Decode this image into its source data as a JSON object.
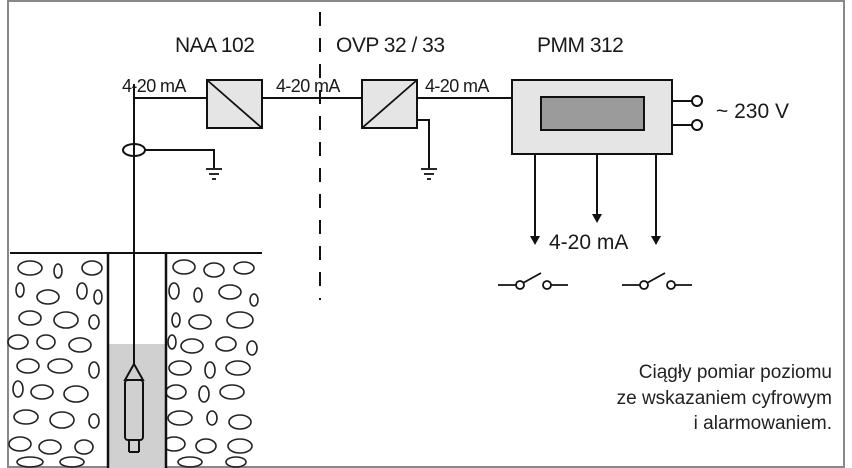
{
  "devices": {
    "converter": {
      "name": "NAA 102"
    },
    "barrier": {
      "name": "OVP 32 / 33"
    },
    "display": {
      "name": "PMM 312"
    }
  },
  "signals": {
    "probe_to_converter": "4-20 mA",
    "converter_to_barrier": "4-20 mA",
    "barrier_to_display": "4-20 mA",
    "display_output": "4-20 mA"
  },
  "power": {
    "label": "~ 230 V"
  },
  "caption": {
    "lines": [
      "Ciągły pomiar poziomu",
      "ze wskazaniem cyfrowym",
      "i alarmowaniem."
    ]
  },
  "colors": {
    "line": "#111111",
    "device_fill": "#e5e5e5",
    "display_window": "#9b9b9b",
    "well_liquid": "#d0d0d0",
    "frame": "#888888"
  }
}
